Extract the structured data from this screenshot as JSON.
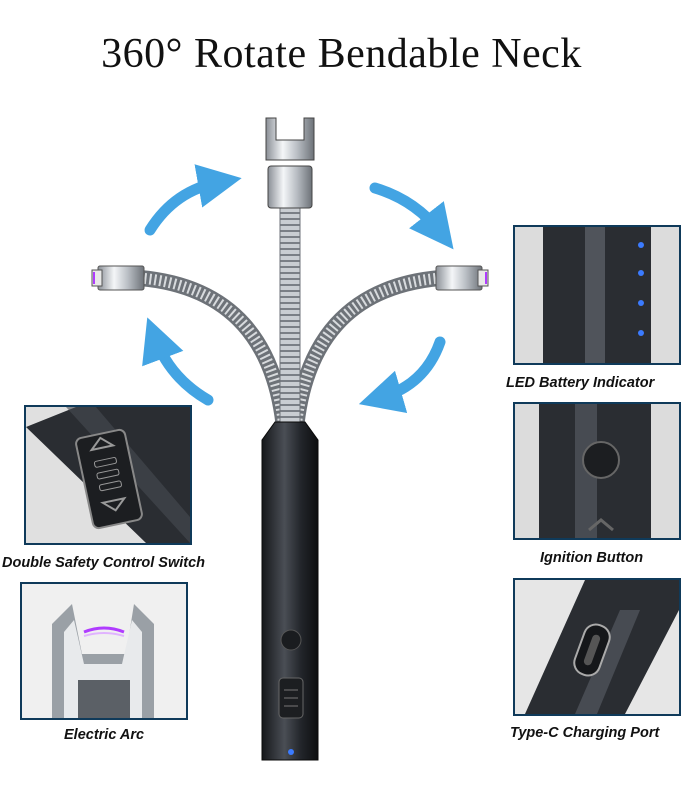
{
  "title": "360° Rotate Bendable Neck",
  "labels": {
    "led": "LED Battery Indicator",
    "ignition": "Ignition Button",
    "typec": "Type-C Charging Port",
    "safety": "Double Safety  Control Switch",
    "arc": "Electric Arc"
  },
  "colors": {
    "arrow": "#2f9be0",
    "panel_border": "#0f3a5a",
    "lighter_body": "#2a2d32",
    "arc": "#b03cff",
    "led": "#3b7bff"
  }
}
